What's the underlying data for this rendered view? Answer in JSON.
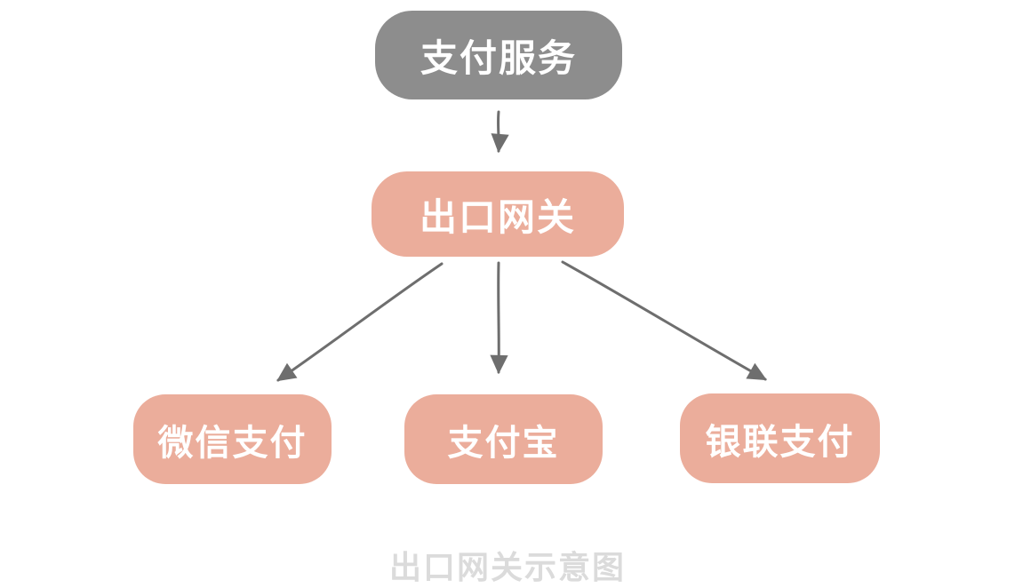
{
  "nodes": {
    "payment_service": {
      "label": "支付服务"
    },
    "exit_gateway": {
      "label": "出口网关"
    },
    "wechat_pay": {
      "label": "微信支付"
    },
    "alipay": {
      "label": "支付宝"
    },
    "unionpay": {
      "label": "银联支付"
    }
  },
  "edges": [
    {
      "from": "payment_service",
      "to": "exit_gateway"
    },
    {
      "from": "exit_gateway",
      "to": "wechat_pay"
    },
    {
      "from": "exit_gateway",
      "to": "alipay"
    },
    {
      "from": "exit_gateway",
      "to": "unionpay"
    }
  ],
  "caption": {
    "text": "出口网关示意图"
  },
  "colors": {
    "background": "#ffffff",
    "root_fill": "#8d8d8d",
    "node_fill": "#ebad9b",
    "node_text": "#ffffff",
    "arrow": "#6e6e6e",
    "caption_color": "#dbdbdb"
  }
}
